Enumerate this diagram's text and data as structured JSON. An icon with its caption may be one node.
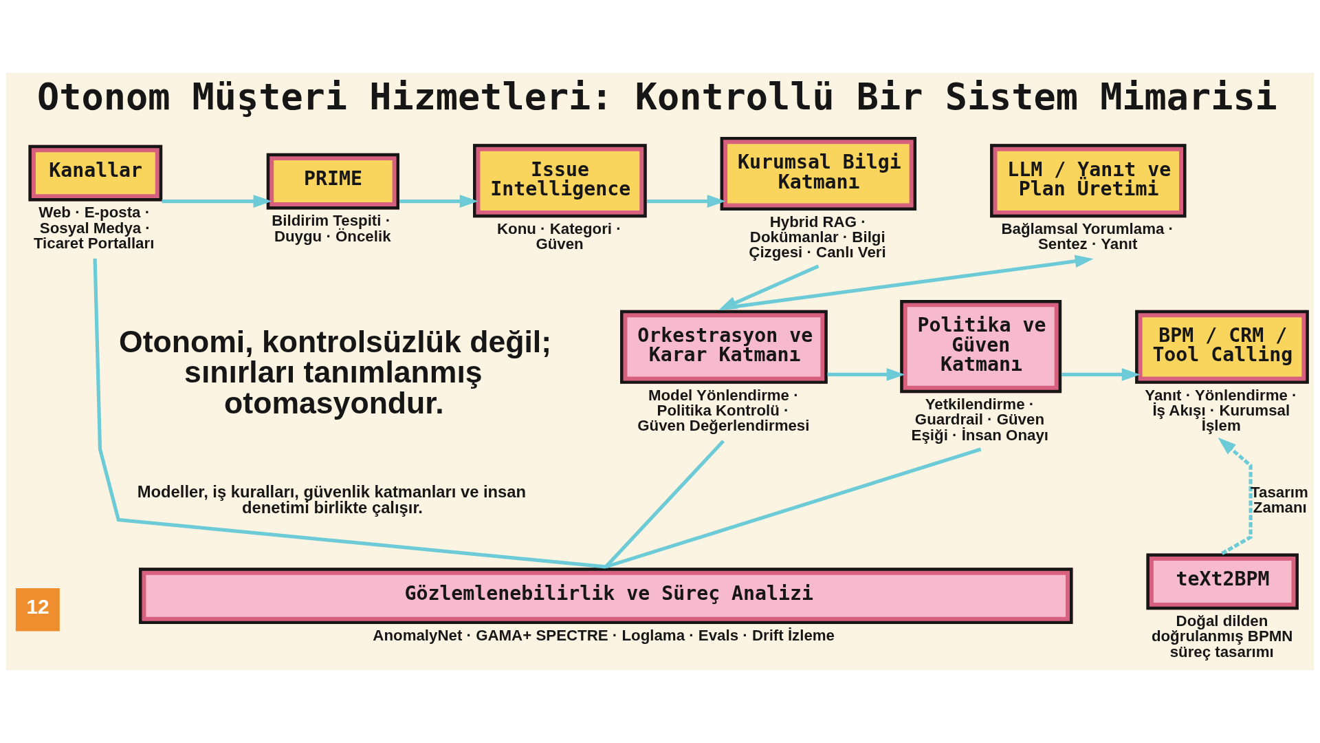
{
  "diagram": {
    "title": "Otonom Müşteri Hizmetleri: Kontrollü Bir Sistem Mimarisi",
    "nodes": [
      {
        "text": [
          "Kanallar"
        ],
        "beside": [
          "Web · E-posta · Sosyal Medya · Ticaret Portalları"
        ]
      },
      {
        "text": [
          "PRIME"
        ],
        "beside": [
          "Bildirim Tespiti · Duygu · Öncelik"
        ]
      },
      {
        "text": [
          "Issue Intelligence"
        ],
        "beside": [
          "Konu · Kategori · Güven"
        ]
      },
      {
        "text": [
          "Kurumsal Bilgi Katmanı"
        ],
        "beside": [
          "Hybrid RAG · Dokümanlar · Bilgi Çizgesi · Canlı Veri"
        ]
      },
      {
        "text": [
          "LLM / Yanıt ve Plan Üretimi"
        ],
        "beside": [
          "Bağlamsal Yorumlama · Sentez · Yanıt"
        ]
      },
      {
        "text": [
          "Orkestrasyon ve Karar Katmanı"
        ],
        "beside": [
          "Model Yönlendirme · Politika Kontrolü · Güven Değerlendirmesi"
        ]
      },
      {
        "text": [
          "Politika ve Güven Katmanı"
        ],
        "beside": [
          "Yetkilendirme · Guardrail · Güven Eşiği · İnsan Onayı"
        ]
      },
      {
        "text": [
          "BPM / CRM / Tool Calling"
        ],
        "beside": [
          "Yanıt · Yönlendirme · İş Akışı · Kurumsal İşlem"
        ]
      },
      {
        "text": [
          "Gözlemlenebilirlik ve Süreç Analizi"
        ],
        "beside": [
          "AnomalyNet · GAMA+ SPECTRE · Loglama · Evals · Drift İzleme"
        ]
      },
      {
        "text": [
          "teXt2BPM"
        ],
        "beside": [
          "Doğal dilden doğrulanmış BPMN süreç tasarımı"
        ]
      }
    ],
    "edges": [
      {
        "from": 0,
        "to": 1,
        "arrow": "to"
      },
      {
        "from": 1,
        "to": 2,
        "arrow": "to"
      },
      {
        "from": 2,
        "to": 3,
        "arrow": "to"
      },
      {
        "from": 3,
        "to": 5,
        "arrow": "to"
      },
      {
        "from": 5,
        "to": 4,
        "arrow": "to"
      },
      {
        "from": 5,
        "to": 6,
        "arrow": "to"
      },
      {
        "from": 6,
        "to": 7,
        "arrow": "to"
      },
      {
        "from": 9,
        "to": 7,
        "arrow": "to",
        "label": "Tasarım Zamanı",
        "style": "dashed"
      },
      {
        "from": 0,
        "to": 8,
        "arrow": "none"
      },
      {
        "from": 5,
        "to": 8,
        "arrow": "none"
      },
      {
        "from": 6,
        "to": 8,
        "arrow": "none"
      }
    ],
    "labels": [
      "Otonomi, kontrolsüzlük değil; sınırları tanımlanmış otomasyondur.",
      "Modeller, iş kuralları, güvenlik katmanları ve insan denetimi birlikte çalışır.",
      "12"
    ]
  }
}
